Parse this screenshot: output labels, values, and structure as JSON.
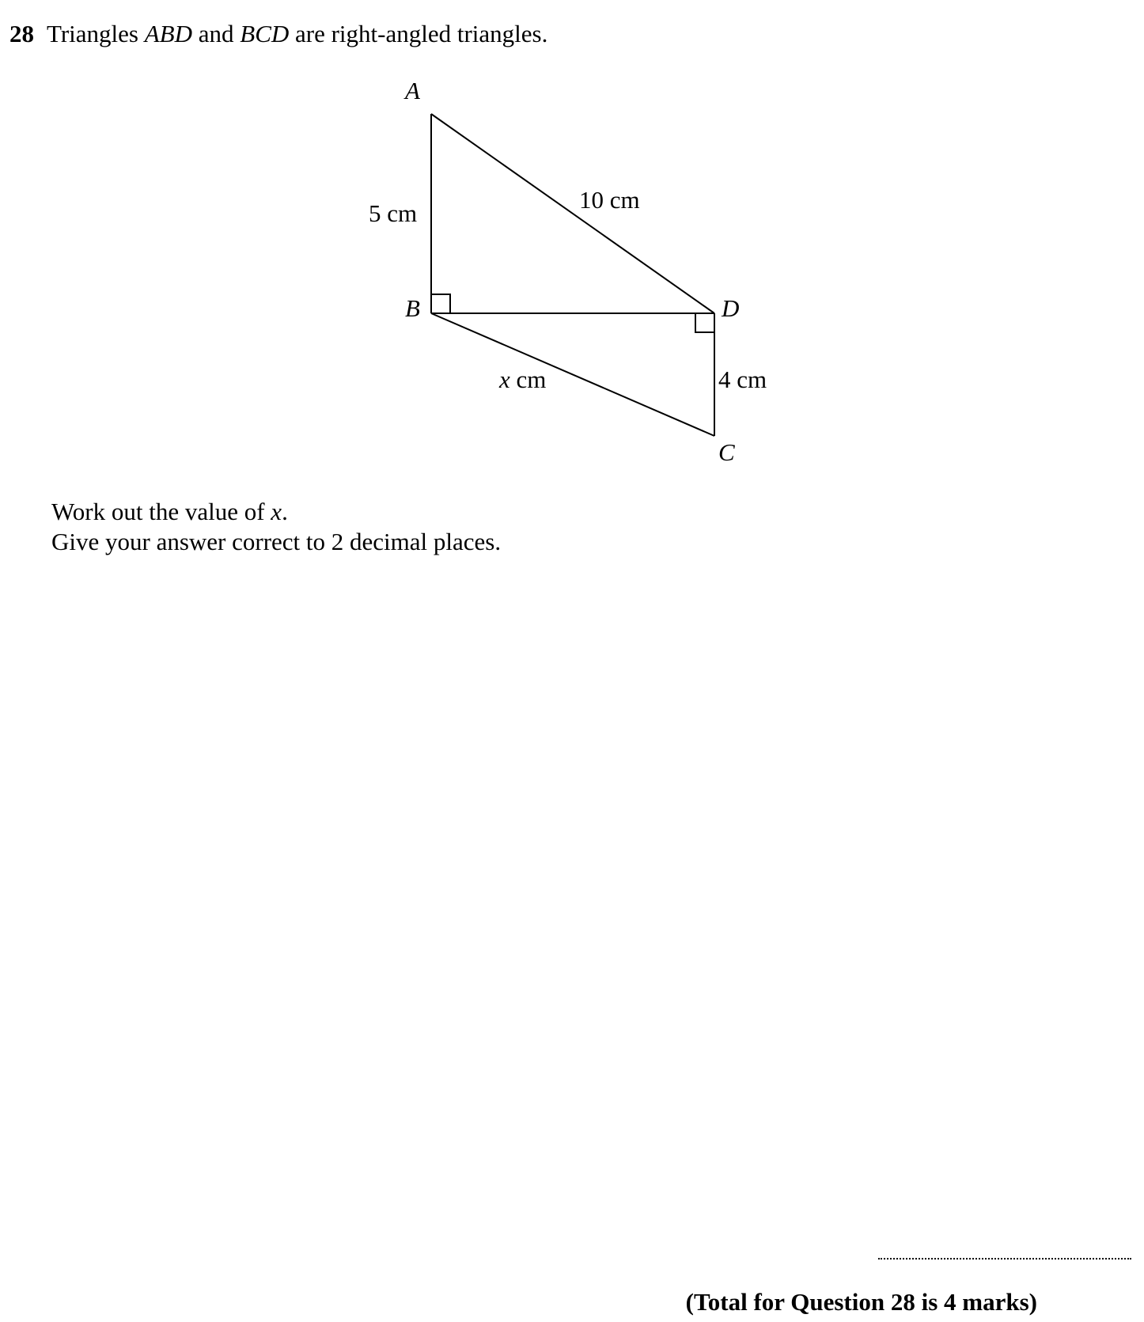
{
  "question": {
    "number": "28",
    "stem_parts": [
      {
        "text": "Triangles ",
        "italic": false
      },
      {
        "text": "ABD",
        "italic": true
      },
      {
        "text": " and ",
        "italic": false
      },
      {
        "text": "BCD",
        "italic": true
      },
      {
        "text": " are right-angled triangles.",
        "italic": false
      }
    ]
  },
  "diagram": {
    "vertices": {
      "A": "A",
      "B": "B",
      "C": "C",
      "D": "D"
    },
    "side_labels": {
      "AB": "5 cm",
      "AD": "10 cm",
      "BC_var": "x",
      "BC_unit": " cm",
      "DC": "4 cm"
    },
    "right_angles": [
      "B",
      "D"
    ]
  },
  "instructions": {
    "line1_prefix": "Work out the value of ",
    "line1_var": "x",
    "line1_suffix": ".",
    "line2": "Give your answer correct to 2 decimal places."
  },
  "footer": {
    "total": "(Total for Question 28 is 4 marks)"
  }
}
